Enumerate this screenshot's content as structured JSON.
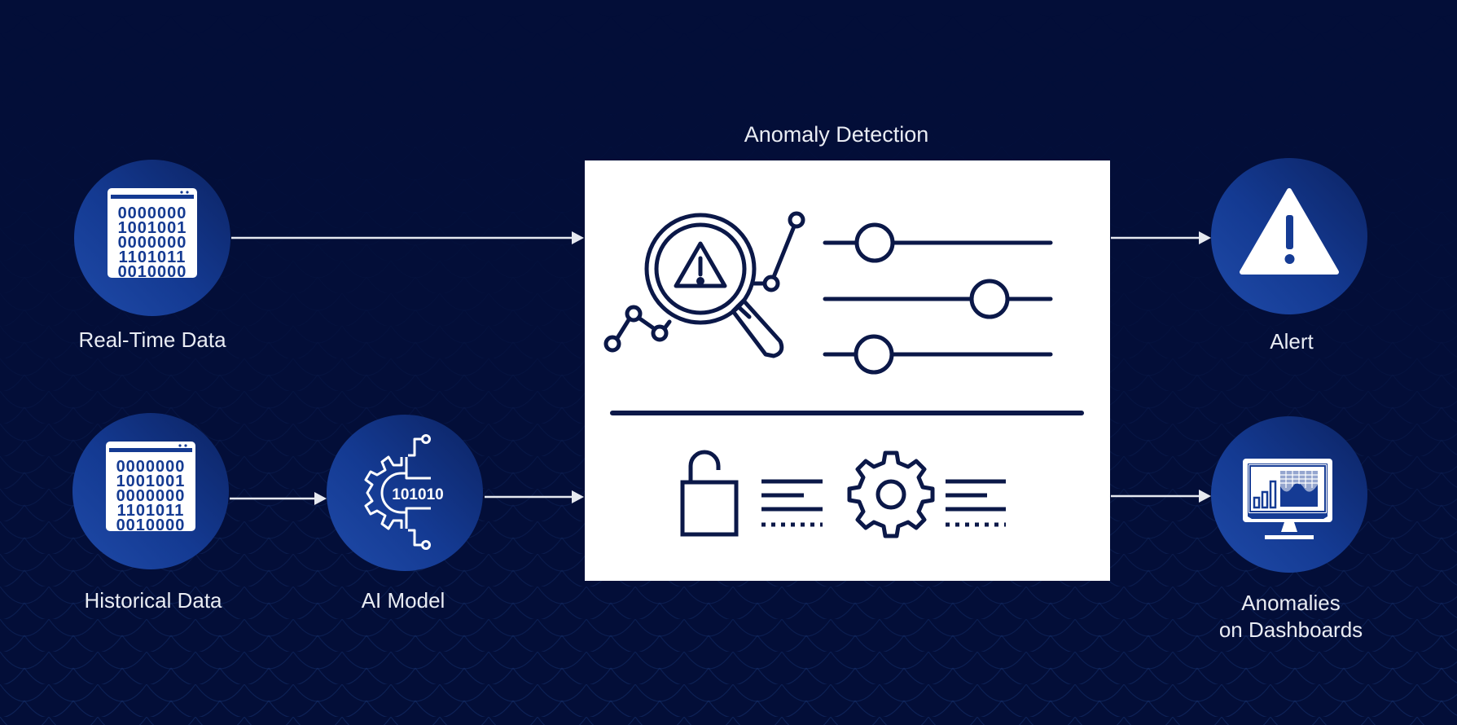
{
  "title": "Anomaly Detection",
  "colors": {
    "background": "#030e38",
    "node_light": "#1f4aa8",
    "node_dark": "#0c2363",
    "panel": "#ffffff",
    "panel_icon": "#0b1848",
    "text": "#e9ecf3",
    "arrow": "#e6e9f0"
  },
  "inputs": [
    {
      "id": "real-time",
      "label": "Real-Time Data",
      "icon": "binary-data-window-icon",
      "binary_rows": [
        "0000000",
        "1001001",
        "0000000",
        "1101011",
        "0010000"
      ]
    },
    {
      "id": "historical",
      "label": "Historical Data",
      "icon": "binary-data-window-icon",
      "binary_rows": [
        "0000000",
        "1001001",
        "0000000",
        "1101011",
        "0010000"
      ]
    }
  ],
  "model": {
    "label": "AI Model",
    "icon": "ai-gear-circuit-icon",
    "binary": "101010"
  },
  "panel": {
    "icons": [
      "magnifier-warning-chart-icon",
      "sliders-icon",
      "unlock-icon",
      "text-lines-icon",
      "gear-icon",
      "text-lines-icon"
    ],
    "sliders": [
      {
        "knob_position": 0.22
      },
      {
        "knob_position": 0.73
      },
      {
        "knob_position": 0.22
      }
    ]
  },
  "outputs": [
    {
      "id": "alert",
      "label": "Alert",
      "icon": "warning-triangle-icon"
    },
    {
      "id": "dashboards",
      "label_line1": "Anomalies",
      "label_line2": "on Dashboards",
      "icon": "monitor-dashboard-icon"
    }
  ],
  "connections": [
    {
      "from": "Real-Time Data",
      "to": "Anomaly Detection"
    },
    {
      "from": "Historical Data",
      "to": "AI Model"
    },
    {
      "from": "AI Model",
      "to": "Anomaly Detection"
    },
    {
      "from": "Anomaly Detection",
      "to": "Alert"
    },
    {
      "from": "Anomaly Detection",
      "to": "Anomalies on Dashboards"
    }
  ]
}
